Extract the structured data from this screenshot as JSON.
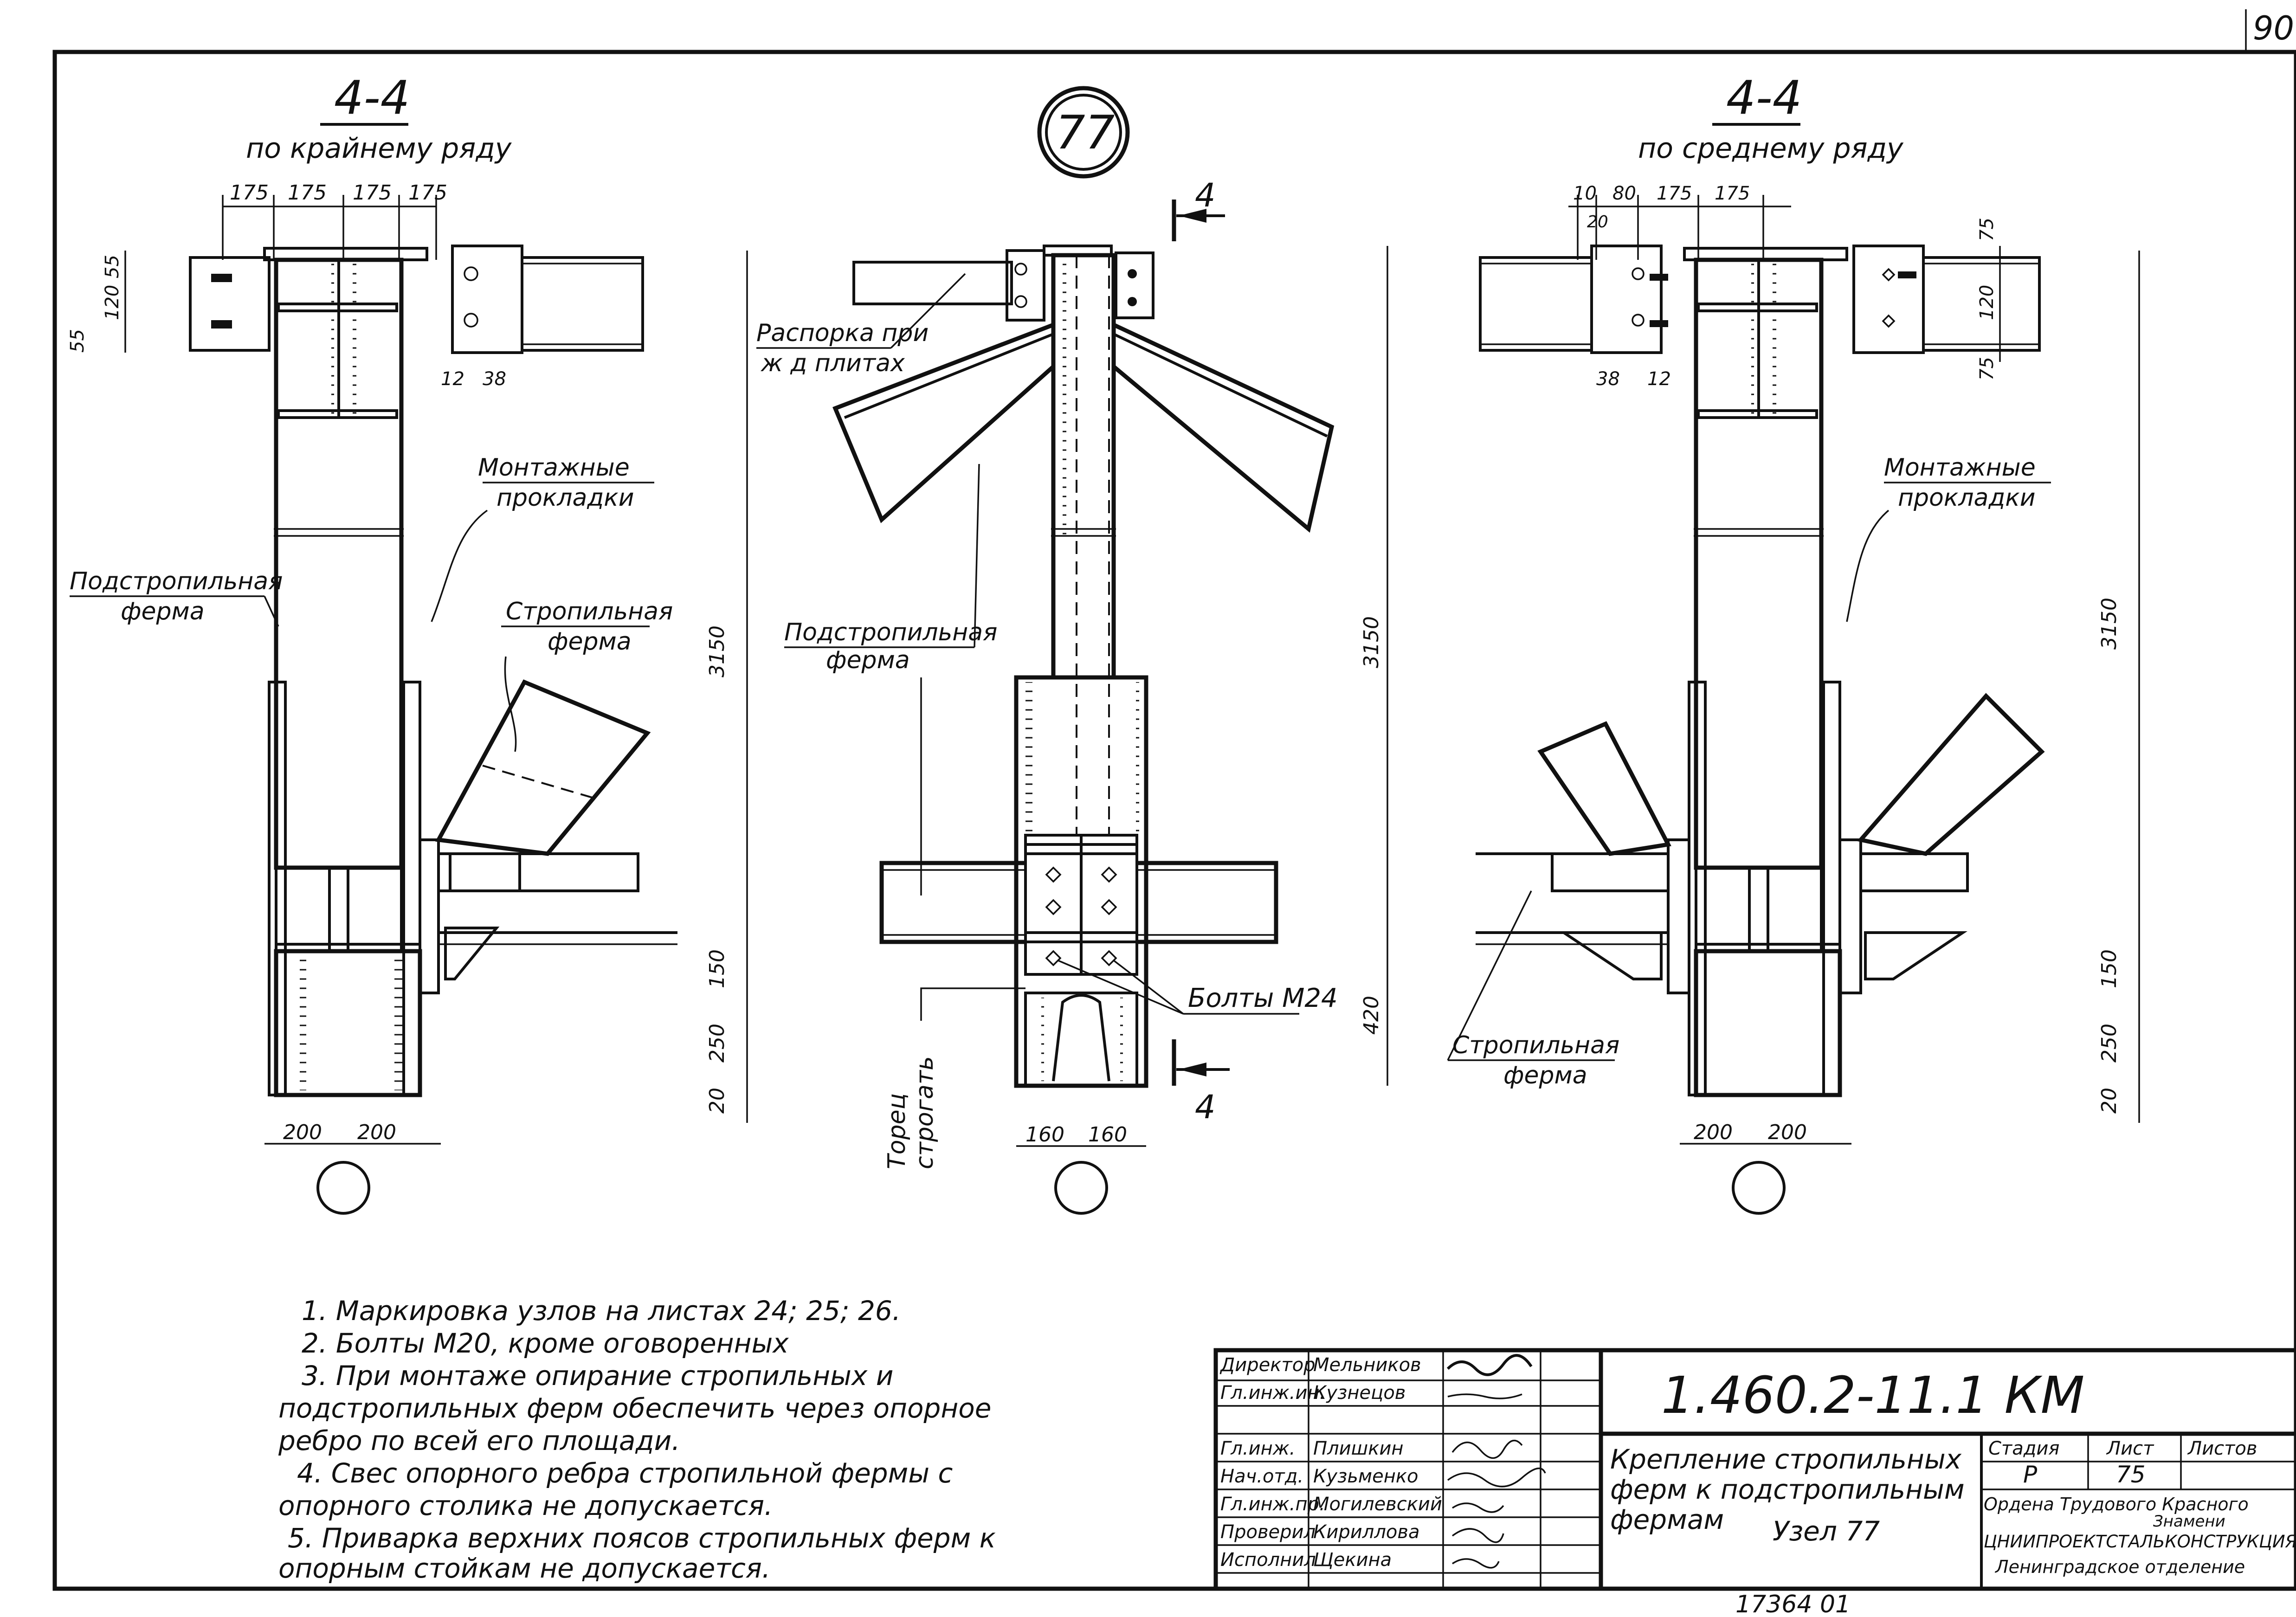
{
  "sheet": {
    "page_number": "90",
    "bottom_stamp": "17364 01"
  },
  "views": {
    "left": {
      "title": "4-4",
      "subtitle": "по крайнему ряду",
      "top_dims": [
        "175",
        "175",
        "175",
        "175"
      ],
      "left_dims": [
        "55",
        "120",
        "55"
      ],
      "bolt_dims": [
        "12",
        "38"
      ],
      "right_dims": [
        "3150",
        "150",
        "250",
        "20"
      ],
      "bottom_dims": [
        "200",
        "200"
      ]
    },
    "middle": {
      "node_number": "77",
      "section_mark": "4",
      "right_dims": [
        "3150",
        "420"
      ],
      "bottom_dims": [
        "160",
        "160"
      ]
    },
    "right": {
      "title": "4-4",
      "subtitle": "по среднему ряду",
      "top_dims": [
        "10",
        "80",
        "175",
        "175"
      ],
      "top_sub_dim": "20",
      "right_top_dims": [
        "75",
        "120",
        "75"
      ],
      "bolt_dims": [
        "38",
        "12"
      ],
      "right_dims": [
        "3150",
        "150",
        "250",
        "20"
      ],
      "bottom_dims": [
        "200",
        "200"
      ]
    }
  },
  "labels": {
    "mounting_pads": "Монтажные прокладки",
    "sub_truss": "Подстропильная ферма",
    "truss": "Стропильная ферма",
    "spacer": "Распорка при ж д плитах",
    "bolts": "Болты М24",
    "end_face": "Торец строгать"
  },
  "notes": [
    "1. Маркировка узлов на листах 24; 25; 26.",
    "2. Болты М20, кроме оговоренных",
    "3. При монтаже опирание стропильных и",
    "подстропильных ферм обеспечить через опорное",
    "ребро по всей его площади.",
    "4. Свес опорного ребра стропильной фермы с",
    "опорного столика не допускается.",
    "5. Приварка верхних поясов стропильных ферм к",
    "опорным стойкам не допускается."
  ],
  "title_block": {
    "designation": "1.460.2-11.1 КМ",
    "title": [
      "Крепление стропильных",
      "ферм к подстропильным",
      "фермам"
    ],
    "node": "Узел 77",
    "stage_header": "Стадия",
    "sheet_header": "Лист",
    "sheets_header": "Листов",
    "stage": "Р",
    "sheet": "75",
    "org": [
      "Ордена Трудового Красного",
      "Знамени",
      "ЦНИИПРОЕКТСТАЛЬКОНСТРУКЦИЯ",
      "Ленинградское отделение"
    ],
    "staff": [
      {
        "role": "Директор",
        "name": "Мельников"
      },
      {
        "role": "Гл.инж.ин.",
        "name": "Кузнецов"
      },
      {
        "role": "Гл.инж.",
        "name": "Плишкин"
      },
      {
        "role": "Нач.отд.",
        "name": "Кузьменко"
      },
      {
        "role": "Гл.инж.пр.",
        "name": "Могилевский"
      },
      {
        "role": "Проверил",
        "name": "Кириллова"
      },
      {
        "role": "Исполнил",
        "name": "Щекина"
      }
    ]
  }
}
